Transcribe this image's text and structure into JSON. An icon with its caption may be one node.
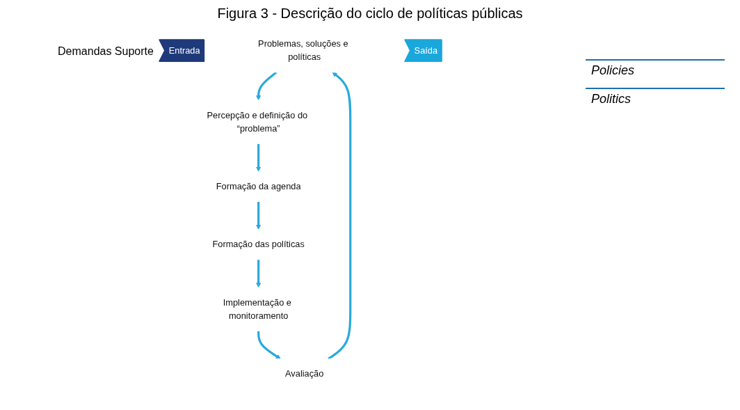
{
  "diagram": {
    "title": "Figura 3 - Descrição do ciclo de políticas públicas",
    "nodes": [
      {
        "text": [
          "Entrada"
        ],
        "beside": [
          "Demandas Suporte"
        ]
      },
      {
        "text": [
          "Problemas, soluções e políticas"
        ]
      },
      {
        "text": [
          "Percepção e definição do “problema”"
        ]
      },
      {
        "text": [
          "Formação da agenda"
        ]
      },
      {
        "text": [
          "Formação das políticas"
        ]
      },
      {
        "text": [
          "Implementação e monitoramento"
        ]
      },
      {
        "text": [
          "Avaliação"
        ]
      },
      {
        "text": [
          "Saída"
        ]
      }
    ],
    "edges": [
      {
        "from": 1,
        "to": 2,
        "arrow": "to"
      },
      {
        "from": 2,
        "to": 3,
        "arrow": "to"
      },
      {
        "from": 3,
        "to": 4,
        "arrow": "to"
      },
      {
        "from": 4,
        "to": 5,
        "arrow": "to"
      },
      {
        "from": 5,
        "to": 6,
        "arrow": "to"
      },
      {
        "from": 6,
        "to": 1,
        "arrow": "to"
      }
    ],
    "labels": [
      "Policies",
      "Politics"
    ]
  }
}
